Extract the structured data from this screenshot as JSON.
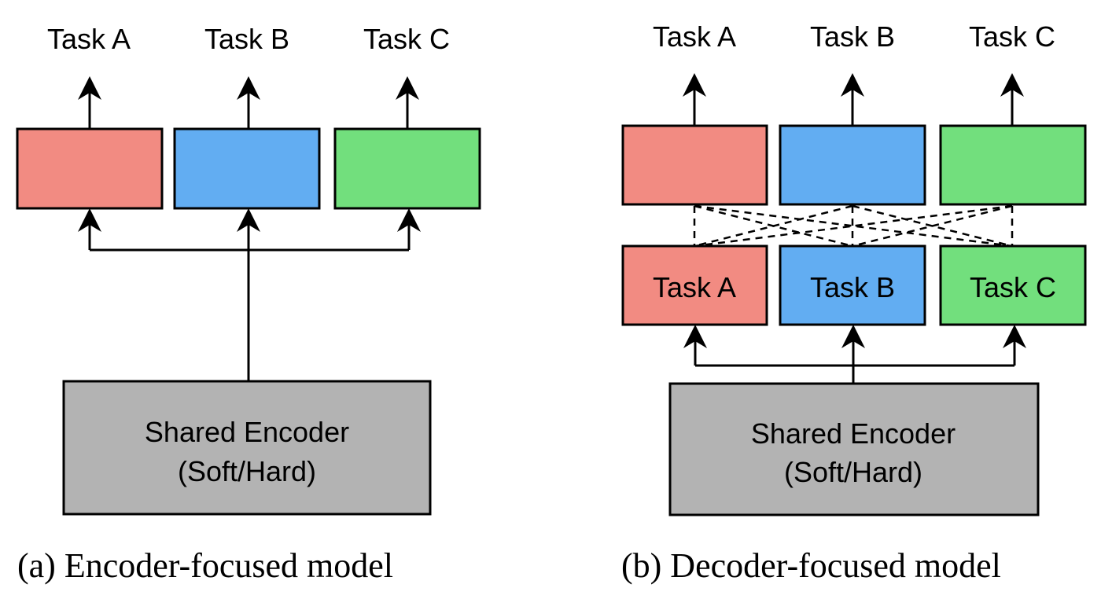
{
  "colors": {
    "task_a": "#f28b82",
    "task_b": "#62adf2",
    "task_c": "#72df7d",
    "encoder": "#b3b3b3"
  },
  "panel_a": {
    "outputs": [
      "Task A",
      "Task B",
      "Task C"
    ],
    "encoder_line1": "Shared Encoder",
    "encoder_line2": "(Soft/Hard)",
    "caption": "(a) Encoder-focused model"
  },
  "panel_b": {
    "outputs": [
      "Task A",
      "Task B",
      "Task C"
    ],
    "initial_predictions": [
      "Task A",
      "Task B",
      "Task C"
    ],
    "encoder_line1": "Shared Encoder",
    "encoder_line2": "(Soft/Hard)",
    "caption": "(b) Decoder-focused model"
  }
}
